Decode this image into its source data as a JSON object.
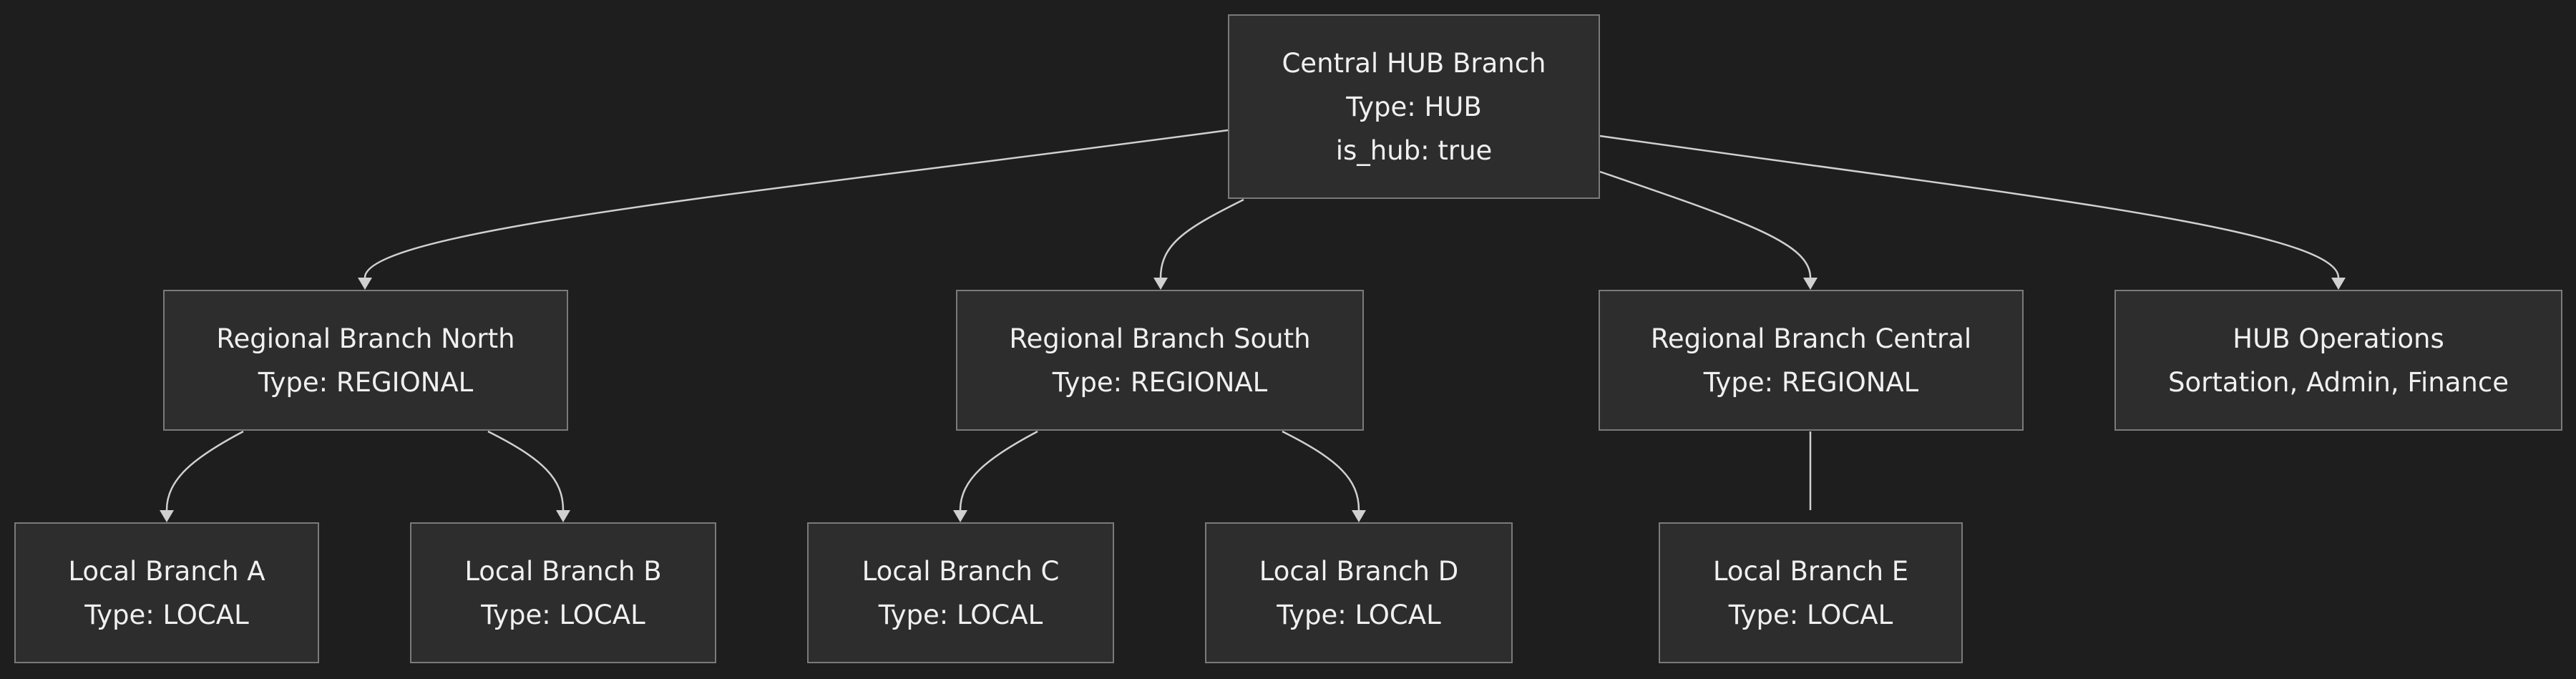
{
  "nodes": {
    "central_hub": {
      "lines": [
        "Central HUB Branch",
        "Type: HUB",
        "is_hub: true"
      ]
    },
    "regional_north": {
      "lines": [
        "Regional Branch North",
        "Type: REGIONAL"
      ]
    },
    "regional_south": {
      "lines": [
        "Regional Branch South",
        "Type: REGIONAL"
      ]
    },
    "regional_central": {
      "lines": [
        "Regional Branch Central",
        "Type: REGIONAL"
      ]
    },
    "hub_operations": {
      "lines": [
        "HUB Operations",
        "Sortation, Admin, Finance"
      ]
    },
    "local_a": {
      "lines": [
        "Local Branch A",
        "Type: LOCAL"
      ]
    },
    "local_b": {
      "lines": [
        "Local Branch B",
        "Type: LOCAL"
      ]
    },
    "local_c": {
      "lines": [
        "Local Branch C",
        "Type: LOCAL"
      ]
    },
    "local_d": {
      "lines": [
        "Local Branch D",
        "Type: LOCAL"
      ]
    },
    "local_e": {
      "lines": [
        "Local Branch E",
        "Type: LOCAL"
      ]
    }
  },
  "edges": [
    {
      "from": "central_hub",
      "to": "regional_north"
    },
    {
      "from": "central_hub",
      "to": "regional_south"
    },
    {
      "from": "central_hub",
      "to": "regional_central"
    },
    {
      "from": "central_hub",
      "to": "hub_operations"
    },
    {
      "from": "regional_north",
      "to": "local_a"
    },
    {
      "from": "regional_north",
      "to": "local_b"
    },
    {
      "from": "regional_south",
      "to": "local_c"
    },
    {
      "from": "regional_south",
      "to": "local_d"
    },
    {
      "from": "regional_central",
      "to": "local_e"
    }
  ],
  "colors": {
    "background": "#1e1e1e",
    "node_fill": "#2d2d2d",
    "node_border": "#7a7a7a",
    "text": "#f0f0f0",
    "edge": "#d0d0d0"
  }
}
